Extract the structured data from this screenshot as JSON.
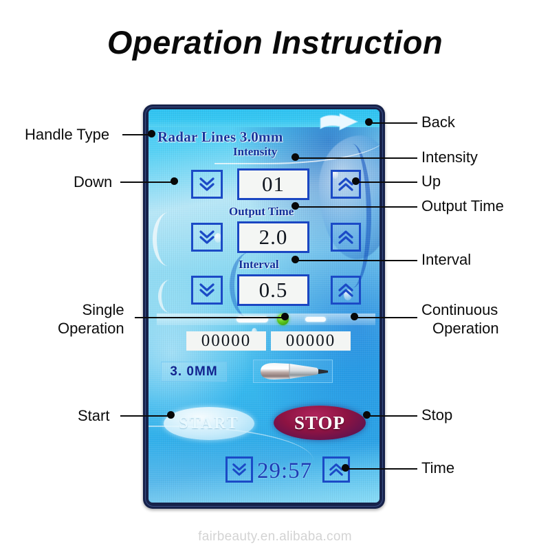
{
  "page": {
    "title": "Operation Instruction",
    "watermark": "fairbeauty.en.alibaba.com"
  },
  "device": {
    "header": {
      "handle_type": "Radar Lines 3.0mm",
      "back_icon": "back-arrow-icon"
    },
    "fields": [
      {
        "label": "Intensity",
        "value": "01",
        "down_icon": "double-chevron-down-icon",
        "up_icon": "double-chevron-up-icon"
      },
      {
        "label": "Output Time",
        "value": "2.0",
        "down_icon": "double-chevron-down-icon",
        "up_icon": "double-chevron-up-icon"
      },
      {
        "label": "Interval",
        "value": "0.5",
        "down_icon": "double-chevron-down-icon",
        "up_icon": "double-chevron-up-icon"
      }
    ],
    "mode": {
      "single_indicator": "single-operation-indicator",
      "led": "green-status-led",
      "continuous_indicator": "continuous-operation-indicator",
      "led_color": "#5ec81e"
    },
    "counters": {
      "single": "00000",
      "continuous": "00000"
    },
    "probe": {
      "size": "3. 0MM",
      "icon": "handpiece-icon"
    },
    "actions": {
      "start": "START",
      "stop": "STOP",
      "stop_color": "#8d1342"
    },
    "timer": {
      "value": "29:57",
      "down_icon": "double-chevron-down-icon",
      "up_icon": "double-chevron-up-icon"
    }
  },
  "annotations": {
    "left": [
      {
        "text": "Handle Type"
      },
      {
        "text": "Down"
      },
      {
        "line1": "Single",
        "line2": "Operation"
      },
      {
        "text": "Start"
      }
    ],
    "right": [
      {
        "text": "Back"
      },
      {
        "text": "Intensity"
      },
      {
        "text": "Up"
      },
      {
        "text": "Output Time"
      },
      {
        "text": "Interval"
      },
      {
        "line1": "Continuous",
        "line2": "Operation"
      },
      {
        "text": "Stop"
      },
      {
        "text": "Time"
      }
    ]
  }
}
